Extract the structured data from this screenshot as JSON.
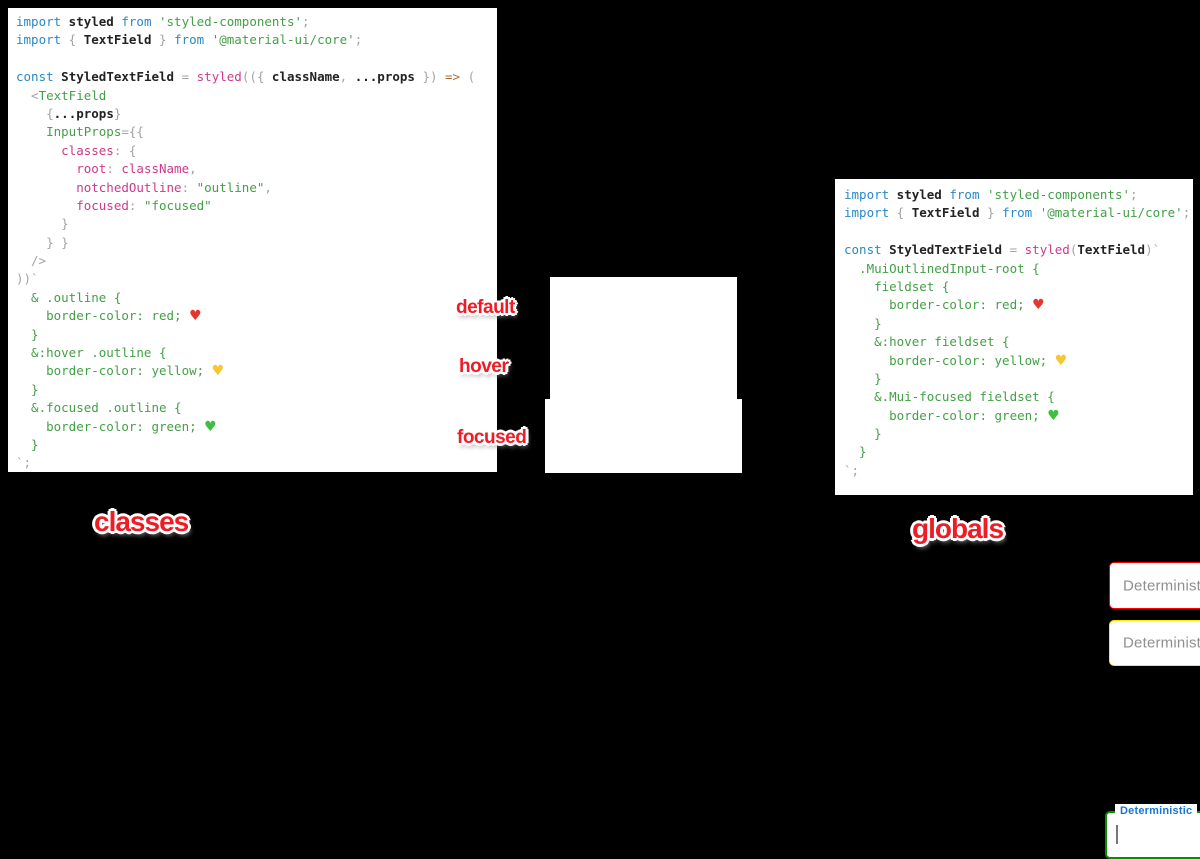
{
  "colors": {
    "background": "#000000",
    "annotation_red": "#ee1c25",
    "keyword_blue": "#2b87c8",
    "string_green": "#43a047",
    "key_pink": "#cc3a8a",
    "punct_gray": "#a3a3a3",
    "arrow_orange": "#b06a33",
    "default_border": "#ff0000",
    "hover_border": "#ffeb00",
    "focused_border": "#089000",
    "focused_label_blue": "#1976d2",
    "placeholder_gray": "#8f8f8f"
  },
  "annotations": {
    "default": "default",
    "hover": "hover",
    "focused": "focused",
    "classes": "classes",
    "globals": "globals"
  },
  "textfields": {
    "default": {
      "placeholder": "Deterministic",
      "border_color": "#ff0000"
    },
    "hover": {
      "placeholder": "Deterministic",
      "border_color": "#ffeb00"
    },
    "focused": {
      "label": "Deterministic",
      "border_color": "#089000",
      "label_color": "#1976d2"
    }
  },
  "left_code": {
    "lines": [
      [
        {
          "c": "b",
          "t": "import"
        },
        {
          "c": "d",
          "t": " styled"
        },
        {
          "c": "b",
          "t": " from"
        },
        {
          "c": "g",
          "t": " 'styled-components'"
        },
        {
          "c": "y",
          "t": ";"
        }
      ],
      [
        {
          "c": "b",
          "t": "import"
        },
        {
          "c": "y",
          "t": " {"
        },
        {
          "c": "d",
          "t": " TextField"
        },
        {
          "c": "y",
          "t": " }"
        },
        {
          "c": "b",
          "t": " from"
        },
        {
          "c": "g",
          "t": " '@material-ui/core'"
        },
        {
          "c": "y",
          "t": ";"
        }
      ],
      [],
      [
        {
          "c": "b",
          "t": "const"
        },
        {
          "c": "d",
          "t": " StyledTextField"
        },
        {
          "c": "y",
          "t": " ="
        },
        {
          "c": "p",
          "t": " styled"
        },
        {
          "c": "y",
          "t": "(({"
        },
        {
          "c": "d",
          "t": " className"
        },
        {
          "c": "y",
          "t": ","
        },
        {
          "c": "d",
          "t": " ...props"
        },
        {
          "c": "y",
          "t": " })"
        },
        {
          "c": "o",
          "t": " =>"
        },
        {
          "c": "y",
          "t": " ("
        }
      ],
      [
        {
          "c": "y",
          "t": "  <"
        },
        {
          "c": "g",
          "t": "TextField"
        }
      ],
      [
        {
          "c": "y",
          "t": "    {"
        },
        {
          "c": "d",
          "t": "...props"
        },
        {
          "c": "y",
          "t": "}"
        }
      ],
      [
        {
          "c": "g",
          "t": "    InputProps"
        },
        {
          "c": "y",
          "t": "={{"
        }
      ],
      [
        {
          "c": "p",
          "t": "      classes"
        },
        {
          "c": "y",
          "t": ": {"
        }
      ],
      [
        {
          "c": "p",
          "t": "        root"
        },
        {
          "c": "y",
          "t": ":"
        },
        {
          "c": "p",
          "t": " className"
        },
        {
          "c": "y",
          "t": ","
        }
      ],
      [
        {
          "c": "p",
          "t": "        notchedOutline"
        },
        {
          "c": "y",
          "t": ":"
        },
        {
          "c": "g",
          "t": " \"outline\""
        },
        {
          "c": "y",
          "t": ","
        }
      ],
      [
        {
          "c": "p",
          "t": "        focused"
        },
        {
          "c": "y",
          "t": ":"
        },
        {
          "c": "g",
          "t": " \"focused\""
        }
      ],
      [
        {
          "c": "y",
          "t": "      }"
        }
      ],
      [
        {
          "c": "y",
          "t": "    } }"
        }
      ],
      [
        {
          "c": "y",
          "t": "  />"
        }
      ],
      [
        {
          "c": "y",
          "t": "))`"
        }
      ],
      [
        {
          "c": "g",
          "t": "  & .outline {"
        }
      ],
      [
        {
          "c": "g",
          "t": "    border-color: red; "
        },
        {
          "c": "hr",
          "t": "♥"
        }
      ],
      [
        {
          "c": "g",
          "t": "  }"
        }
      ],
      [
        {
          "c": "g",
          "t": "  &:hover .outline {"
        }
      ],
      [
        {
          "c": "g",
          "t": "    border-color: yellow; "
        },
        {
          "c": "hy",
          "t": "♥"
        }
      ],
      [
        {
          "c": "g",
          "t": "  }"
        }
      ],
      [
        {
          "c": "g",
          "t": "  &.focused .outline {"
        }
      ],
      [
        {
          "c": "g",
          "t": "    border-color: green; "
        },
        {
          "c": "hg",
          "t": "♥"
        }
      ],
      [
        {
          "c": "g",
          "t": "  }"
        }
      ],
      [
        {
          "c": "y",
          "t": "`;"
        }
      ]
    ]
  },
  "right_code": {
    "lines": [
      [
        {
          "c": "b",
          "t": "import"
        },
        {
          "c": "d",
          "t": " styled"
        },
        {
          "c": "b",
          "t": " from"
        },
        {
          "c": "g",
          "t": " 'styled-components'"
        },
        {
          "c": "y",
          "t": ";"
        }
      ],
      [
        {
          "c": "b",
          "t": "import"
        },
        {
          "c": "y",
          "t": " {"
        },
        {
          "c": "d",
          "t": " TextField"
        },
        {
          "c": "y",
          "t": " }"
        },
        {
          "c": "b",
          "t": " from"
        },
        {
          "c": "g",
          "t": " '@material-ui/core'"
        },
        {
          "c": "y",
          "t": ";"
        }
      ],
      [],
      [
        {
          "c": "b",
          "t": "const"
        },
        {
          "c": "d",
          "t": " StyledTextField"
        },
        {
          "c": "y",
          "t": " ="
        },
        {
          "c": "p",
          "t": " styled"
        },
        {
          "c": "y",
          "t": "("
        },
        {
          "c": "d",
          "t": "TextField"
        },
        {
          "c": "y",
          "t": ")`"
        }
      ],
      [
        {
          "c": "g",
          "t": "  .MuiOutlinedInput-root {"
        }
      ],
      [
        {
          "c": "g",
          "t": "    fieldset {"
        }
      ],
      [
        {
          "c": "g",
          "t": "      border-color: red; "
        },
        {
          "c": "hr",
          "t": "♥"
        }
      ],
      [
        {
          "c": "g",
          "t": "    }"
        }
      ],
      [
        {
          "c": "g",
          "t": "    &:hover fieldset {"
        }
      ],
      [
        {
          "c": "g",
          "t": "      border-color: yellow; "
        },
        {
          "c": "hy",
          "t": "♥"
        }
      ],
      [
        {
          "c": "g",
          "t": "    }"
        }
      ],
      [
        {
          "c": "g",
          "t": "    &.Mui-focused fieldset {"
        }
      ],
      [
        {
          "c": "g",
          "t": "      border-color: green; "
        },
        {
          "c": "hg",
          "t": "♥"
        }
      ],
      [
        {
          "c": "g",
          "t": "    }"
        }
      ],
      [
        {
          "c": "g",
          "t": "  }"
        }
      ],
      [
        {
          "c": "y",
          "t": "`;"
        }
      ]
    ]
  }
}
